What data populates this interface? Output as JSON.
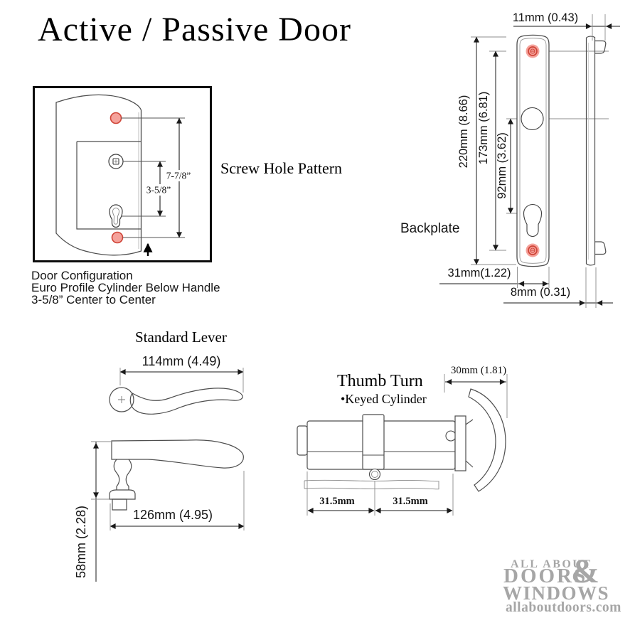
{
  "title": "Active / Passive Door",
  "screw_pattern": {
    "caption": "Screw Hole Pattern",
    "dim_overall": "7-7/8”",
    "dim_center_to_center": "3-5/8”",
    "note_line1": "Door Configuration",
    "note_line2": "Euro Profile Cylinder Below Handle",
    "note_line3": "3-5/8” Center to Center"
  },
  "backplate": {
    "label": "Backplate",
    "dim_top_width": "11mm (0.43)",
    "dim_total_height": "220mm (8.66)",
    "dim_screw_spacing": "173mm (6.81)",
    "dim_handle_to_cylinder": "92mm (3.62)",
    "dim_plate_width": "31mm(1.22)",
    "dim_thickness": "8mm (0.31)"
  },
  "lever": {
    "title": "Standard Lever",
    "dim_top_length": "114mm (4.49)",
    "dim_side_length": "126mm (4.95)",
    "dim_height": "58mm (2.28)"
  },
  "cylinder": {
    "title": "Thumb Turn",
    "subtitle": "•Keyed Cylinder",
    "dim_thumbturn": "30mm (1.81)",
    "dim_half_left": "31.5mm",
    "dim_half_right": "31.5mm"
  },
  "logo": {
    "line1": "ALL ABOUT",
    "line2": "DOORS",
    "ampersand": "&",
    "line3": "WINDOWS",
    "website": "allaboutdoors.com"
  },
  "colors": {
    "screw_hole_fill": "#f5a29b",
    "screw_hole_ring": "#cf4437",
    "line": "#4d4d4d",
    "logo_gray": "#a6a6a6"
  }
}
